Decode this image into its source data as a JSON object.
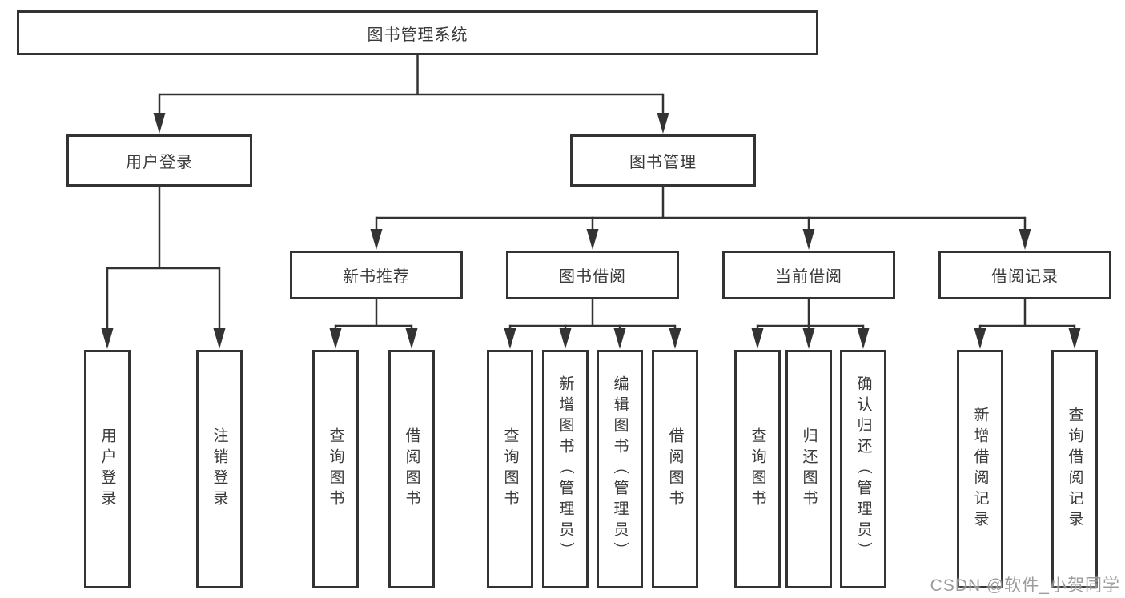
{
  "diagram_type": "tree",
  "tree": {
    "label": "图书管理系统",
    "children": [
      {
        "label": "用户登录",
        "children": [
          {
            "label": "用户登录"
          },
          {
            "label": "注销登录"
          }
        ]
      },
      {
        "label": "图书管理",
        "children": [
          {
            "label": "新书推荐",
            "children": [
              {
                "label": "查询图书"
              },
              {
                "label": "借阅图书"
              }
            ]
          },
          {
            "label": "图书借阅",
            "children": [
              {
                "label": "查询图书"
              },
              {
                "label": "新增图书（管理员）"
              },
              {
                "label": "编辑图书（管理员）"
              },
              {
                "label": "借阅图书"
              }
            ]
          },
          {
            "label": "当前借阅",
            "children": [
              {
                "label": "查询图书"
              },
              {
                "label": "归还图书"
              },
              {
                "label": "确认归还（管理员）"
              }
            ]
          },
          {
            "label": "借阅记录",
            "children": [
              {
                "label": "新增借阅记录"
              },
              {
                "label": "查询借阅记录"
              }
            ]
          }
        ]
      }
    ]
  },
  "watermark": {
    "text": "CSDN @软件_小贺同学"
  },
  "colors": {
    "line": "#333333",
    "border": "#333333",
    "text": "#3a3a3a",
    "background": "#ffffff",
    "watermark": "#949494"
  }
}
